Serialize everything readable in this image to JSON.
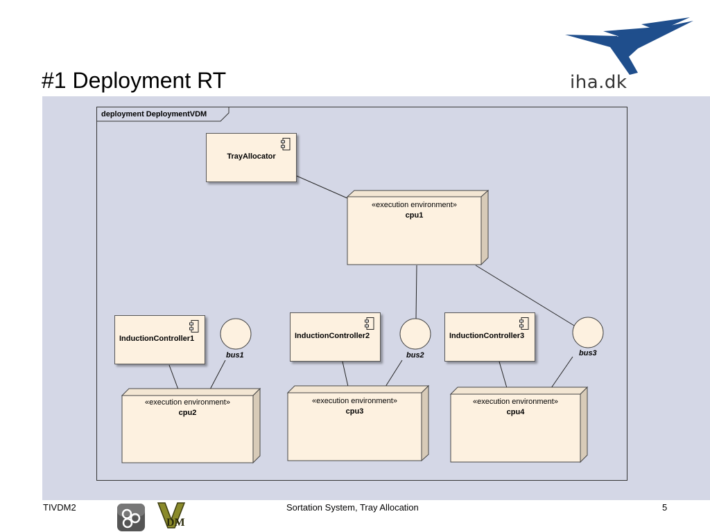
{
  "slide": {
    "title": "#1 Deployment RT",
    "logo_text": "iha.dk"
  },
  "diagram": {
    "frame_label": "deployment DeploymentVDM",
    "components": {
      "tray": "TrayAllocator",
      "ic1": "InductionController1",
      "ic2": "InductionController2",
      "ic3": "InductionController3"
    },
    "envs": {
      "stereotype": "«execution environment»",
      "cpu1": "cpu1",
      "cpu2": "cpu2",
      "cpu3": "cpu3",
      "cpu4": "cpu4"
    },
    "buses": {
      "bus1": "bus1",
      "bus2": "bus2",
      "bus3": "bus3"
    }
  },
  "footer": {
    "left": "TIVDM2",
    "center": "Sortation System, Tray Allocation",
    "page": "5"
  },
  "colors": {
    "panel": "#d4d7e6",
    "node_fill": "#fdf1e0",
    "logo_blue": "#1f4e8c"
  },
  "icons": [
    "component-icon",
    "overture-tool-icon",
    "vdm-logo-icon"
  ]
}
